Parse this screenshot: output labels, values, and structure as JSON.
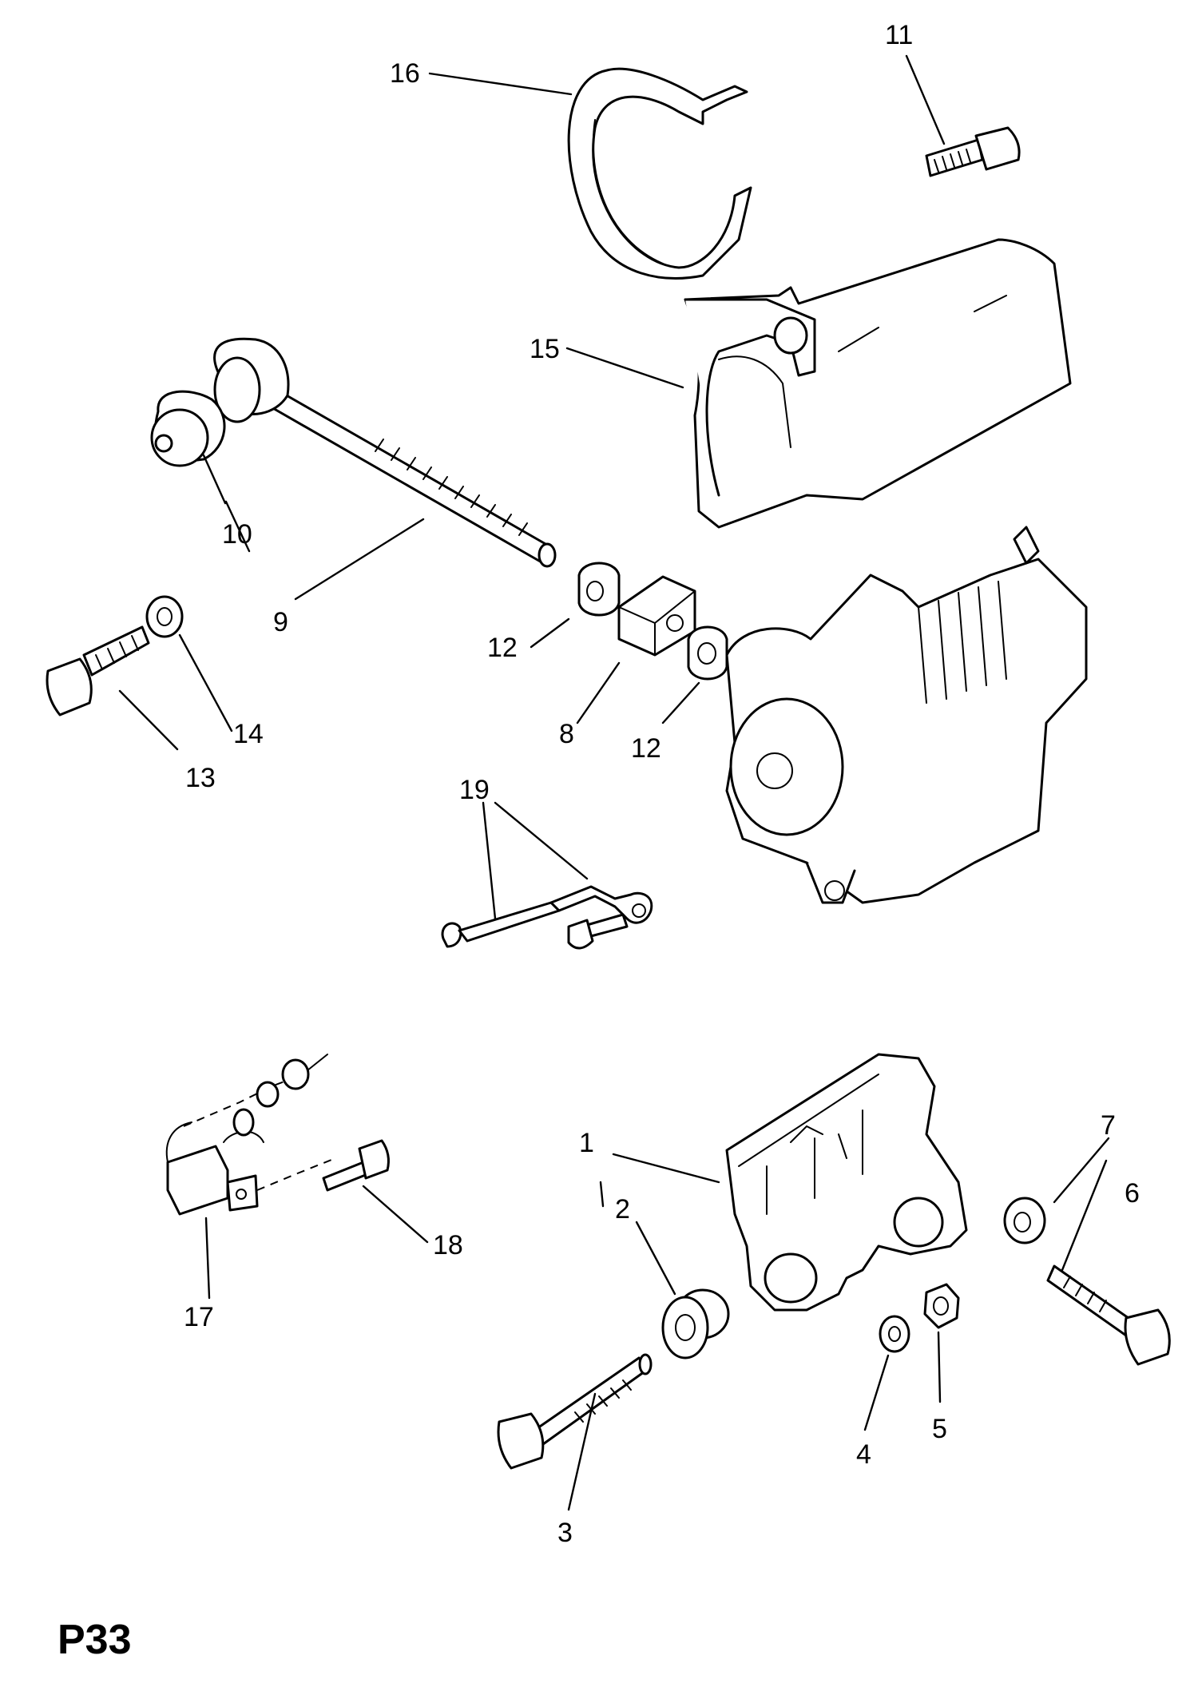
{
  "callouts": {
    "c1": "1",
    "c2": "2",
    "c3": "3",
    "c4": "4",
    "c5": "5",
    "c6": "6",
    "c7": "7",
    "c8": "8",
    "c9": "9",
    "c10": "10",
    "c11": "11",
    "c12a": "12",
    "c12b": "12",
    "c13": "13",
    "c14": "14",
    "c15": "15",
    "c16": "16",
    "c17": "17",
    "c18": "18",
    "c19": "19"
  },
  "page_code": "P33"
}
